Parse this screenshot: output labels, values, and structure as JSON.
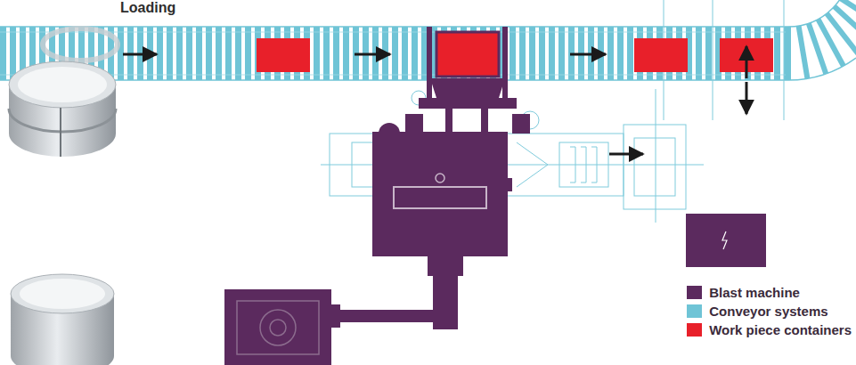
{
  "diagram": {
    "labels": [
      "Loading"
    ],
    "legend": [
      {
        "text": "Blast machine",
        "color": "#5b2a5e"
      },
      {
        "text": "Conveyor systems",
        "color": "#6fc4d6"
      },
      {
        "text": "Work piece containers",
        "color": "#e8202a"
      }
    ]
  }
}
